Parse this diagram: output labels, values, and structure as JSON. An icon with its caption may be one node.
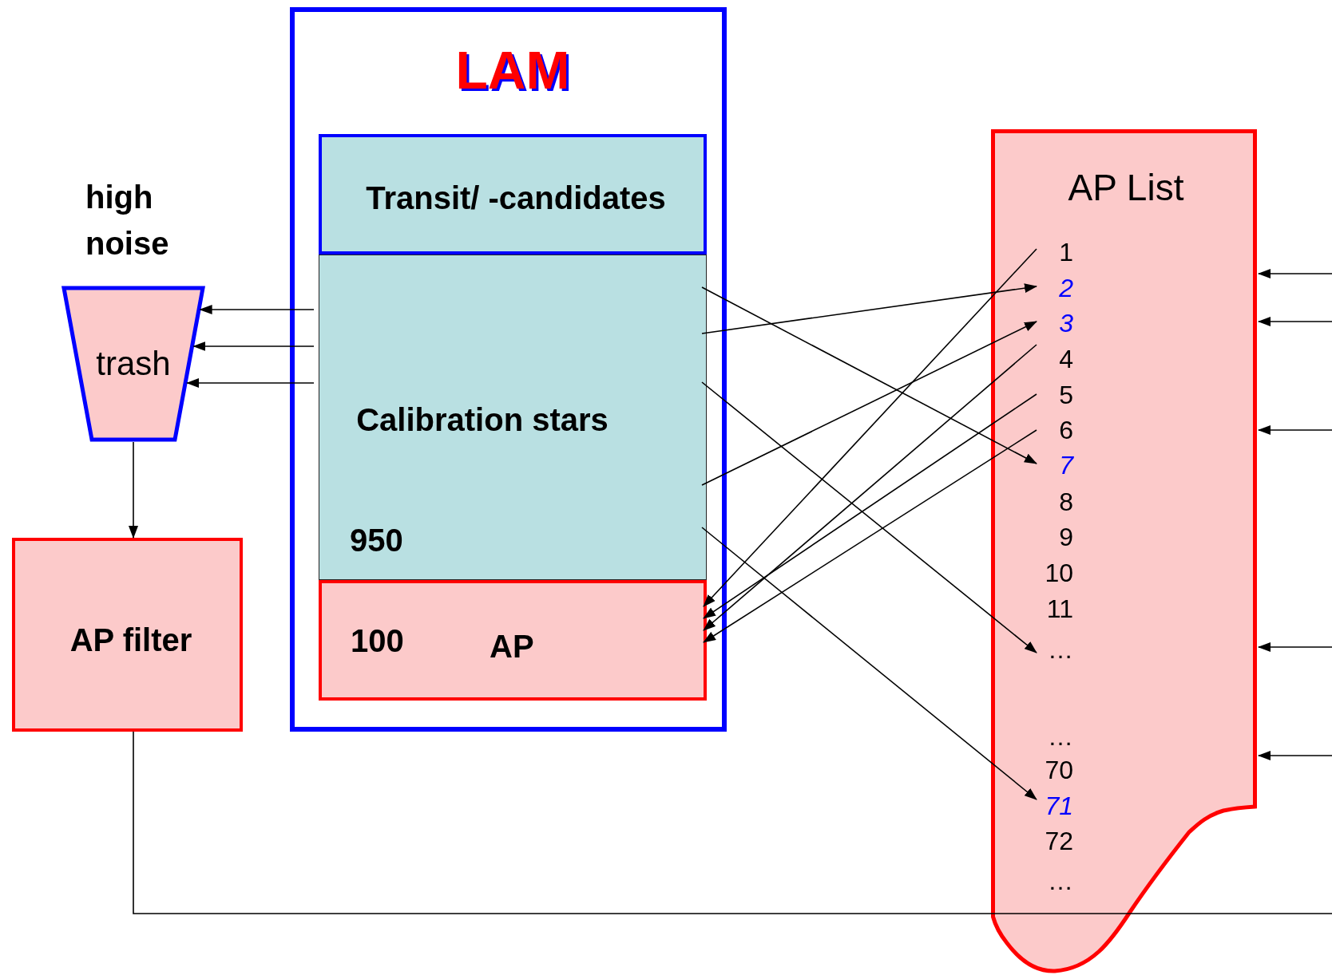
{
  "diagram": {
    "nodes": [
      {
        "text": [
          "LAM"
        ]
      },
      {
        "text": [
          "Transit/ -candidates"
        ],
        "in": 0
      },
      {
        "text": [
          "Calibration stars",
          "950"
        ],
        "in": 0
      },
      {
        "text": [
          "100",
          "AP"
        ],
        "in": 0
      },
      {
        "text": [
          "high noise",
          "trash"
        ]
      },
      {
        "text": [
          "AP filter"
        ]
      },
      {
        "text": [
          "AP List"
        ]
      },
      {
        "text": [
          "1"
        ],
        "in": 6
      },
      {
        "text": [
          "2"
        ],
        "in": 6
      },
      {
        "text": [
          "3"
        ],
        "in": 6
      },
      {
        "text": [
          "4"
        ],
        "in": 6
      },
      {
        "text": [
          "5"
        ],
        "in": 6
      },
      {
        "text": [
          "6"
        ],
        "in": 6
      },
      {
        "text": [
          "7"
        ],
        "in": 6
      },
      {
        "text": [
          "8"
        ],
        "in": 6
      },
      {
        "text": [
          "9"
        ],
        "in": 6
      },
      {
        "text": [
          "10"
        ],
        "in": 6
      },
      {
        "text": [
          "11"
        ],
        "in": 6
      },
      {
        "text": [
          "…"
        ],
        "in": 6
      },
      {
        "text": [
          "…"
        ],
        "in": 6
      },
      {
        "text": [
          "70"
        ],
        "in": 6
      },
      {
        "text": [
          "71"
        ],
        "in": 6
      },
      {
        "text": [
          "72"
        ],
        "in": 6
      },
      {
        "text": [
          "…"
        ],
        "in": 6
      }
    ],
    "edges": [
      {
        "from": 2,
        "to": 4,
        "arrow": "to"
      },
      {
        "from": 2,
        "to": 4,
        "arrow": "to"
      },
      {
        "from": 2,
        "to": 4,
        "arrow": "to"
      },
      {
        "from": 4,
        "to": 5,
        "arrow": "to"
      },
      {
        "from": 5,
        "to": null,
        "arrow": "none"
      },
      {
        "from": null,
        "to": 6,
        "arrow": "to"
      },
      {
        "from": null,
        "to": 6,
        "arrow": "to"
      },
      {
        "from": null,
        "to": 6,
        "arrow": "to"
      },
      {
        "from": null,
        "to": 6,
        "arrow": "to"
      },
      {
        "from": null,
        "to": 6,
        "arrow": "to"
      },
      {
        "from": 2,
        "to": 13,
        "arrow": "to"
      },
      {
        "from": 2,
        "to": 8,
        "arrow": "to"
      },
      {
        "from": 2,
        "to": 18,
        "arrow": "to"
      },
      {
        "from": 2,
        "to": 9,
        "arrow": "to"
      },
      {
        "from": 2,
        "to": 21,
        "arrow": "to"
      },
      {
        "from": 7,
        "to": 3,
        "arrow": "to"
      },
      {
        "from": 10,
        "to": 3,
        "arrow": "to"
      },
      {
        "from": 11,
        "to": 3,
        "arrow": "to"
      },
      {
        "from": 12,
        "to": 3,
        "arrow": "to"
      }
    ]
  }
}
